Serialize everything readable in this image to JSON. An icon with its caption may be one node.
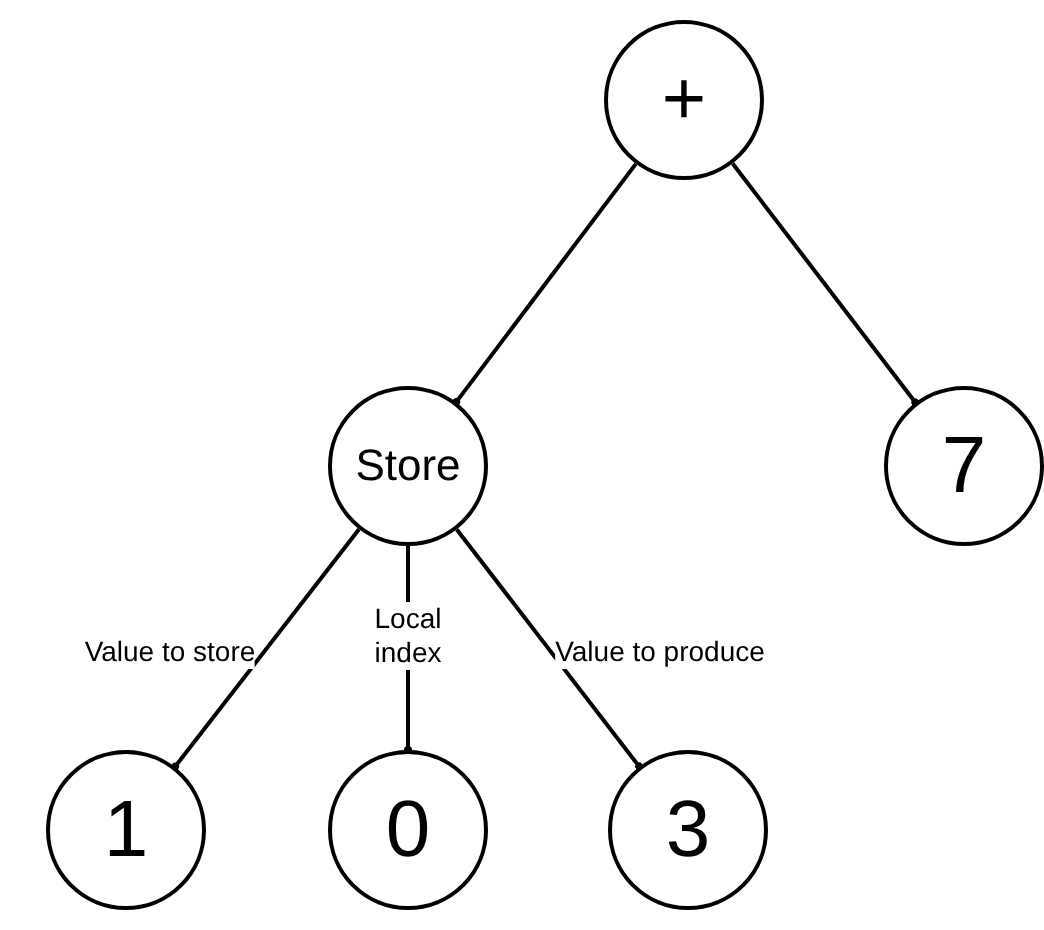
{
  "diagram": {
    "nodes": [
      {
        "text": [
          "+"
        ]
      },
      {
        "text": [
          "Store"
        ]
      },
      {
        "text": [
          "7"
        ]
      },
      {
        "text": [
          "1"
        ]
      },
      {
        "text": [
          "0"
        ]
      },
      {
        "text": [
          "3"
        ]
      }
    ],
    "edges": [
      {
        "from": 0,
        "to": 1,
        "arrow": "other"
      },
      {
        "from": 0,
        "to": 2,
        "arrow": "other"
      },
      {
        "from": 1,
        "to": 3,
        "arrow": "other",
        "label": "Value to store"
      },
      {
        "from": 1,
        "to": 4,
        "arrow": "other",
        "label": "Local index"
      },
      {
        "from": 1,
        "to": 5,
        "arrow": "other",
        "label": "Value to produce"
      }
    ]
  }
}
